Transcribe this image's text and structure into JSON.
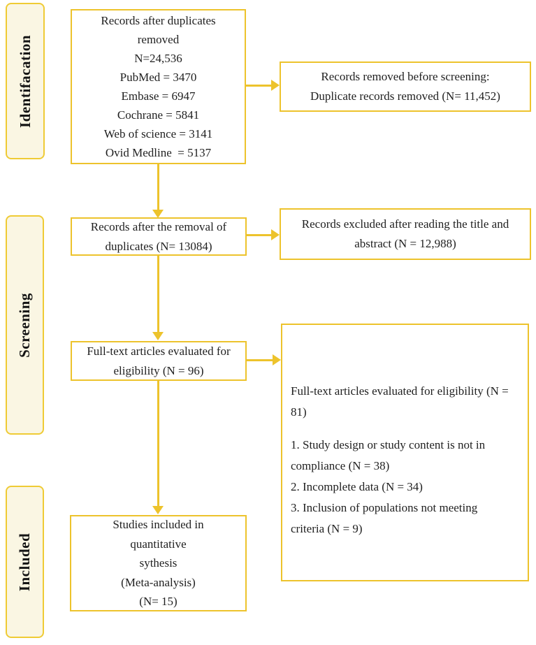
{
  "colors": {
    "accent_gold": "#EDC32C",
    "stage_fill": "#FAF6E3",
    "stage_border": "#EFCB35",
    "box_fill": "#FFFFFF",
    "text": "#1F1F1F"
  },
  "stages": {
    "identification": "Identifacation",
    "screening": "Screening",
    "included": "Included"
  },
  "boxes": {
    "records_after_duplicates": {
      "lines": [
        "Records after duplicates",
        "removed",
        "N=24,536",
        "PubMed = 3470",
        "Embase = 6947",
        "Cochrane = 5841",
        "Web of science = 3141",
        "Ovid Medline  = 5137"
      ]
    },
    "removed_before_screening": {
      "lines": [
        "Records removed before screening:",
        "Duplicate records removed (N= 11,452)"
      ]
    },
    "after_removal_of_duplicates": {
      "lines": [
        "Records after the removal of",
        "duplicates (N= 13084)"
      ]
    },
    "excluded_title_abstract": {
      "lines": [
        "Records excluded after reading the title and",
        "abstract (N = 12,988)"
      ]
    },
    "fulltext_evaluated": {
      "lines": [
        "Full-text articles evaluated for",
        "eligibility (N = 96)"
      ]
    },
    "fulltext_exclusions": {
      "lines": [
        "Full-text articles evaluated for eligibility (N =",
        "81)",
        "1. Study design or study content is not in",
        "compliance (N = 38)",
        "2. Incomplete data (N = 34)",
        "3. Inclusion of populations not meeting",
        "criteria (N = 9)"
      ]
    },
    "studies_included": {
      "lines": [
        "Studies included in",
        "quantitative",
        "sythesis",
        "(Meta-analysis)",
        "(N= 15)"
      ]
    }
  }
}
